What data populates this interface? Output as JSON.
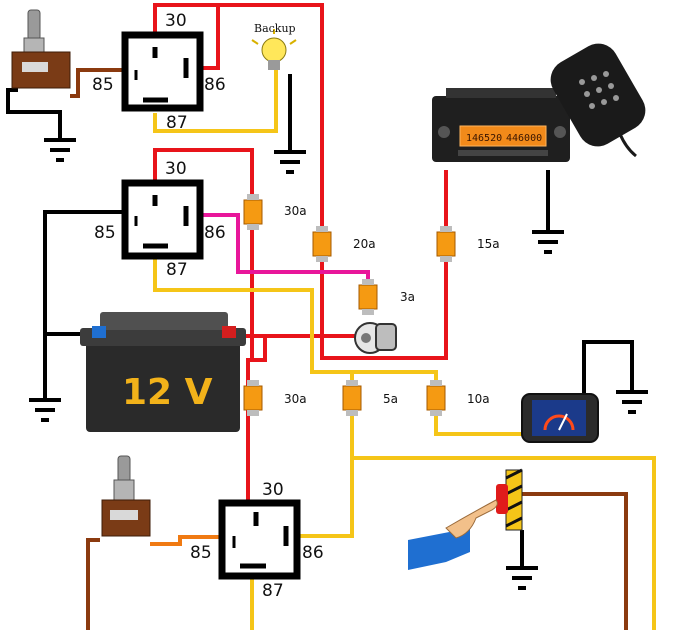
{
  "relays": [
    {
      "pin30": "30",
      "pin85": "85",
      "pin86": "86",
      "pin87": "87"
    },
    {
      "pin30": "30",
      "pin85": "85",
      "pin86": "86",
      "pin87": "87"
    },
    {
      "pin30": "30",
      "pin85": "85",
      "pin86": "86",
      "pin87": "87"
    }
  ],
  "fuses": [
    "30a",
    "20a",
    "15a",
    "3a",
    "30a",
    "5a",
    "10a"
  ],
  "battery_label": "12 V",
  "backup_label": "Backup",
  "radio_display": [
    "146520",
    "446000"
  ],
  "colors": {
    "red": "#e8141a",
    "yellow": "#f5c518",
    "brown": "#8b3a0f",
    "pink": "#e8169a",
    "orange": "#f07a12",
    "black": "#000000",
    "fuse": "#f59a12"
  }
}
